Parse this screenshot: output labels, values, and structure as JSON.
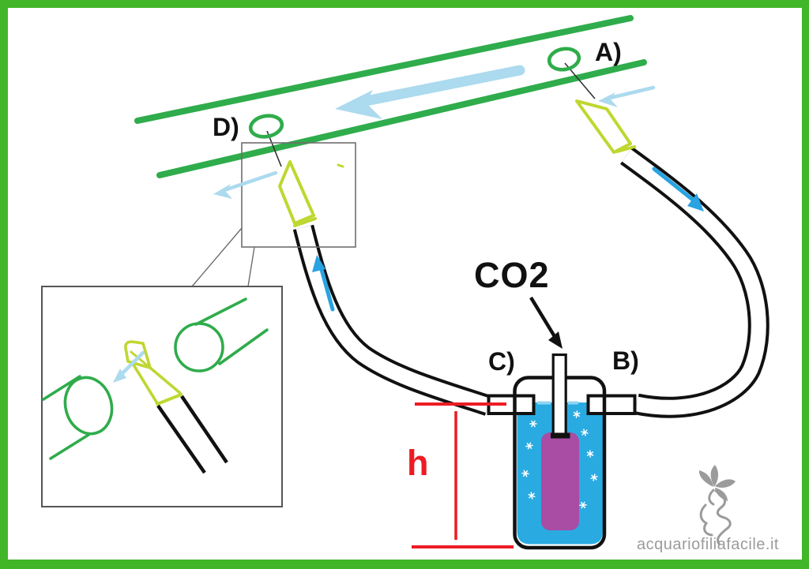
{
  "title": "Passive CO2 diffusion reactor diagram (aquarium hose venturi system)",
  "labels": {
    "point_a": "A)",
    "point_b": "B)",
    "point_c": "C)",
    "point_d": "D)",
    "co2": "CO2",
    "height": "h"
  },
  "watermark": {
    "text": "acquariofiliafacile.it"
  },
  "icons": {
    "flow_arrow": "arrow",
    "bubbles": "sparkle-scribbles",
    "watermark_logo": "stylized-plant-figure"
  },
  "colors": {
    "border_green": "#41B629",
    "pipe_green": "#2FAC4B",
    "nozzle_yellow": "#BFD730",
    "pale_blue": "#ACDAEE",
    "flow_blue": "#29A3E2",
    "water_blue": "#29ABE2",
    "purple": "#A94CA4",
    "red": "#EC1C24",
    "ink": "#111111",
    "gray": "#9B9B9B",
    "boxgray": "#6E6E6E"
  }
}
